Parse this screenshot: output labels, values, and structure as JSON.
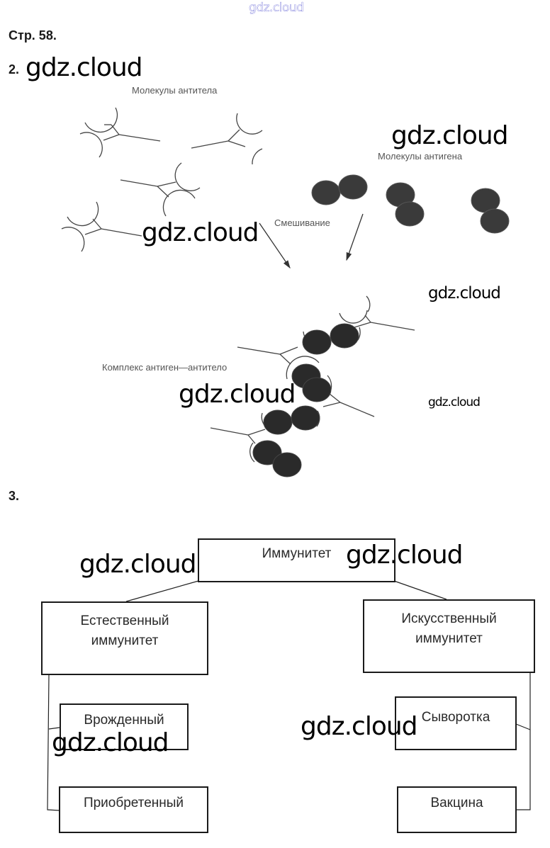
{
  "header": {
    "site_link": "gdz.cloud",
    "page_title": "Стр. 58."
  },
  "task2": {
    "number": "2.",
    "labels": {
      "antibodies": "Молекулы антитела",
      "antigens": "Молекулы антигена",
      "mixing": "Смешивание",
      "complex": "Комплекс антиген—антитело"
    }
  },
  "task3": {
    "number": "3.",
    "root": "Иммунитет",
    "natural": {
      "title_line1": "Естественный",
      "title_line2": "иммунитет",
      "children": [
        "Врожденный",
        "Приобретенный"
      ]
    },
    "artificial": {
      "title_line1": "Искусственный",
      "title_line2": "иммунитет",
      "children": [
        "Сыворотка",
        "Вакцина"
      ]
    }
  },
  "watermarks": {
    "text": "gdz.cloud"
  }
}
